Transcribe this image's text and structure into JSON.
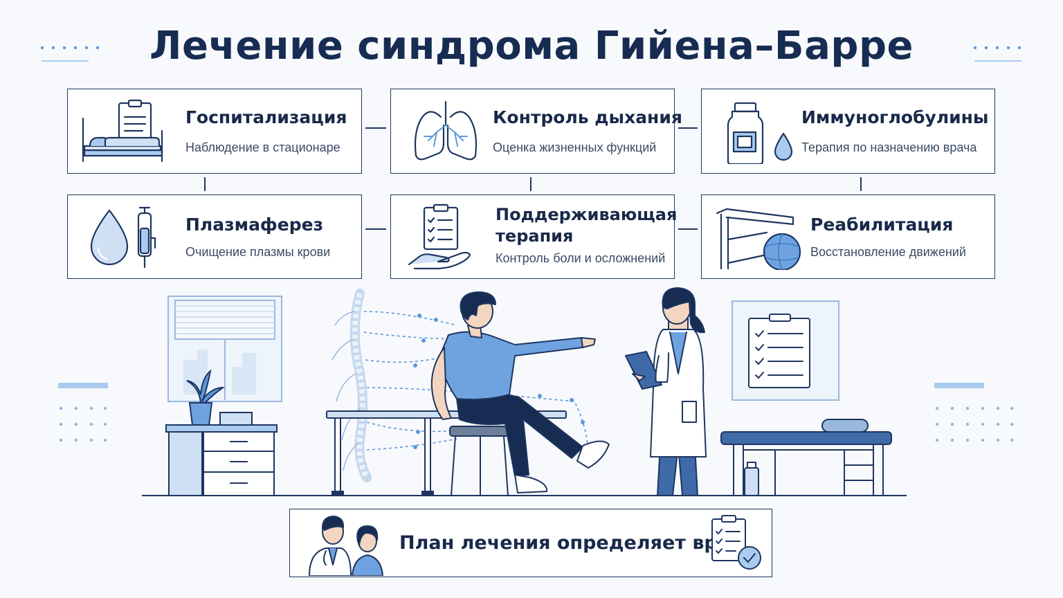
{
  "title": "Лечение синдрома Гийена–Барре",
  "cards": [
    {
      "title": "Госпитализация",
      "subtitle": "Наблюдение в стационаре",
      "icon": "hospital-bed-icon"
    },
    {
      "title": "Контроль дыхания",
      "subtitle": "Оценка жизненных функций",
      "icon": "lungs-icon"
    },
    {
      "title": "Иммуноглобулины",
      "subtitle": "Терапия по назначению врача",
      "icon": "medicine-bottle-icon"
    },
    {
      "title": "Плазмаферез",
      "subtitle": "Очищение плазмы крови",
      "icon": "plasma-drop-icon"
    },
    {
      "title_line1": "Поддерживающая",
      "title_line2": "терапия",
      "subtitle": "Контроль боли и осложнений",
      "icon": "clipboard-hand-icon"
    },
    {
      "title": "Реабилитация",
      "subtitle": "Восстановление движений",
      "icon": "rehab-equipment-icon"
    }
  ],
  "footer": {
    "text": "План лечения определяет врач",
    "icon_left": "doctor-patient-icon",
    "icon_right": "checklist-approved-icon"
  },
  "colors": {
    "navy": "#172c52",
    "blue": "#5c97dc",
    "light_blue": "#a9cbef",
    "background": "#f7f9fc"
  }
}
